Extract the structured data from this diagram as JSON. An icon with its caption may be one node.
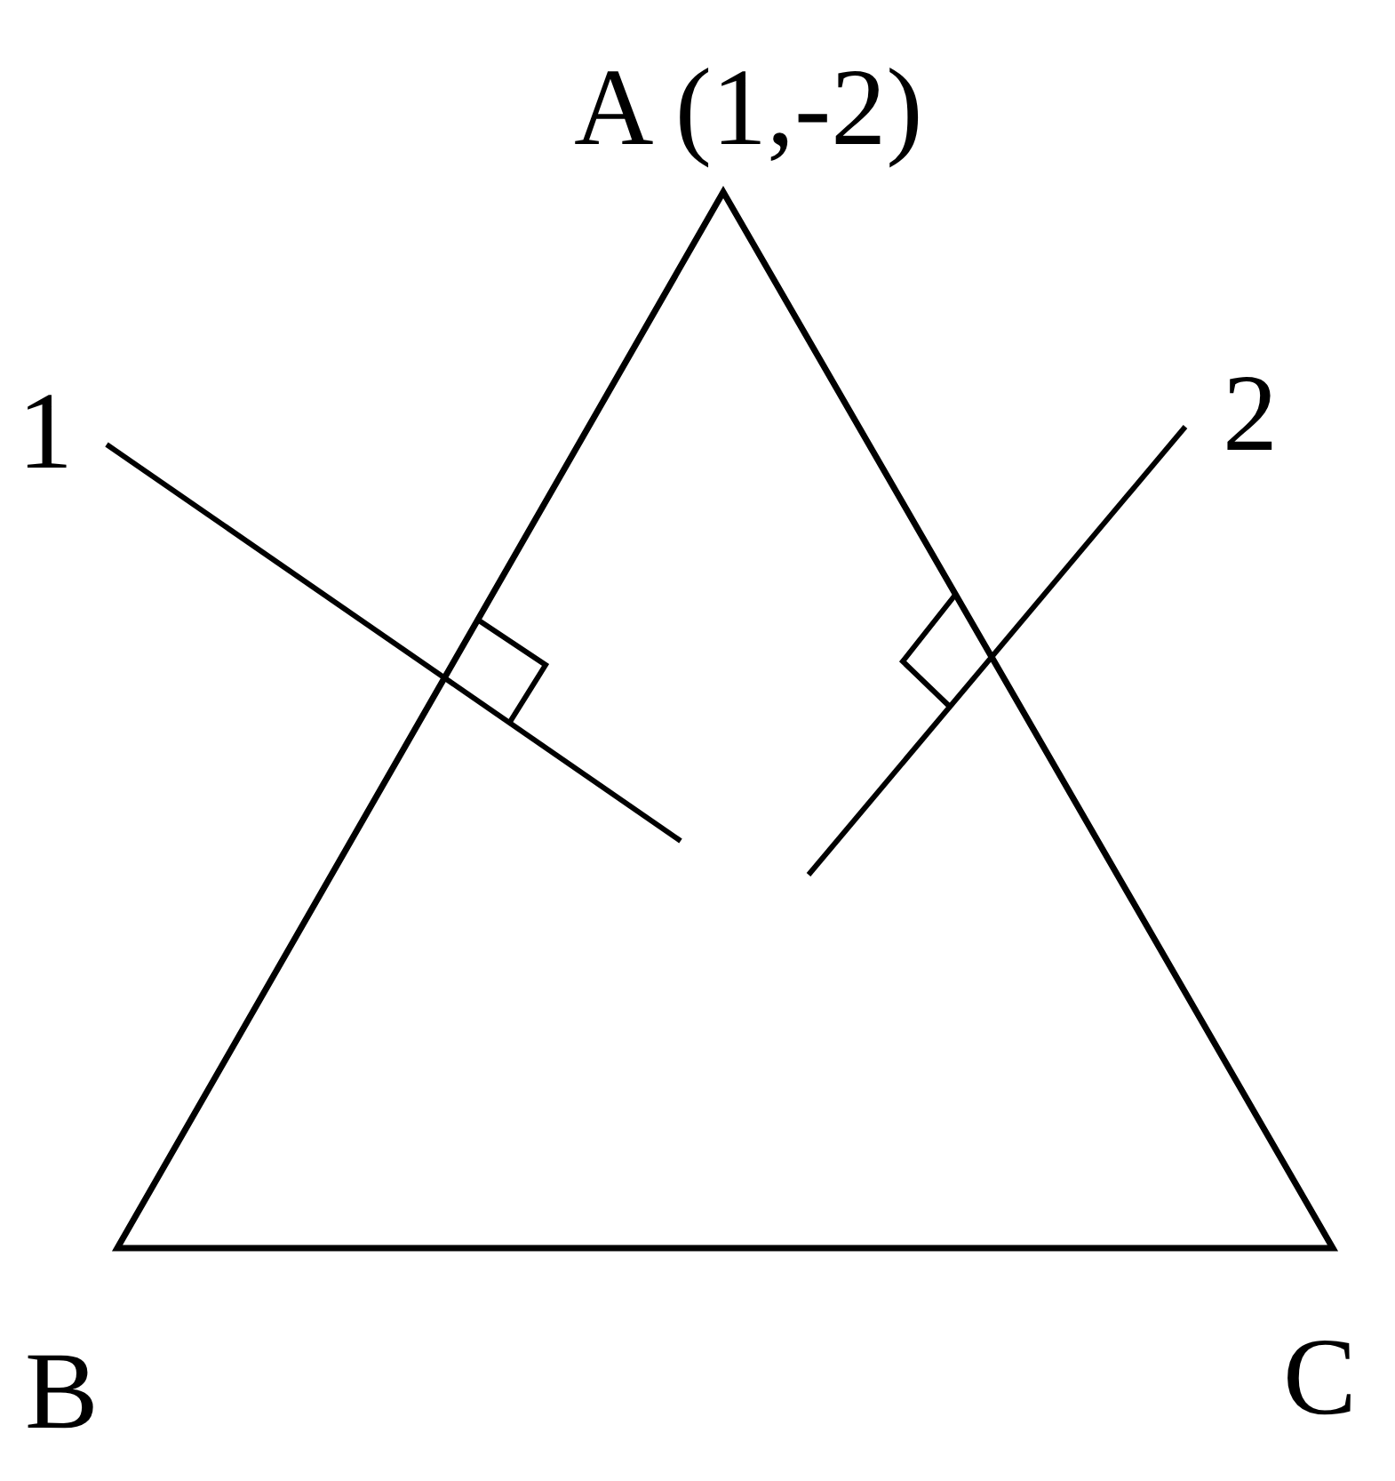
{
  "diagram": {
    "labels": [
      "A (1,-2)",
      "1",
      "2",
      "B",
      "C"
    ]
  }
}
